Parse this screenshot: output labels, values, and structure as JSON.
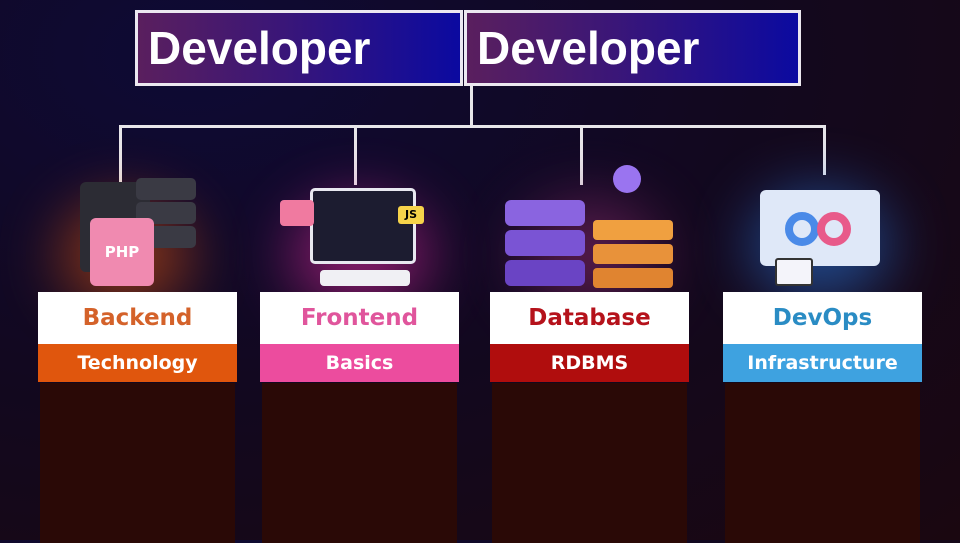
{
  "title_boxes": [
    "Developer",
    "Developer"
  ],
  "cards": [
    {
      "title": "Backend",
      "subtitle": "Technology",
      "title_color": "#d4622a",
      "band_color": "#e0560d",
      "icon": "php-server-icon",
      "icon_label": "PHP"
    },
    {
      "title": "Frontend",
      "subtitle": "Basics",
      "title_color": "#e0559c",
      "band_color": "#ec4c9e",
      "icon": "code-editor-icon",
      "icon_label": "JS"
    },
    {
      "title": "Database",
      "subtitle": "RDBMS",
      "title_color": "#b5121b",
      "band_color": "#b00d0d",
      "icon": "database-icon"
    },
    {
      "title": "DevOps",
      "subtitle": "Infrastructure",
      "title_color": "#2a8cc4",
      "band_color": "#3ea2e0",
      "icon": "devops-infinity-icon"
    }
  ]
}
